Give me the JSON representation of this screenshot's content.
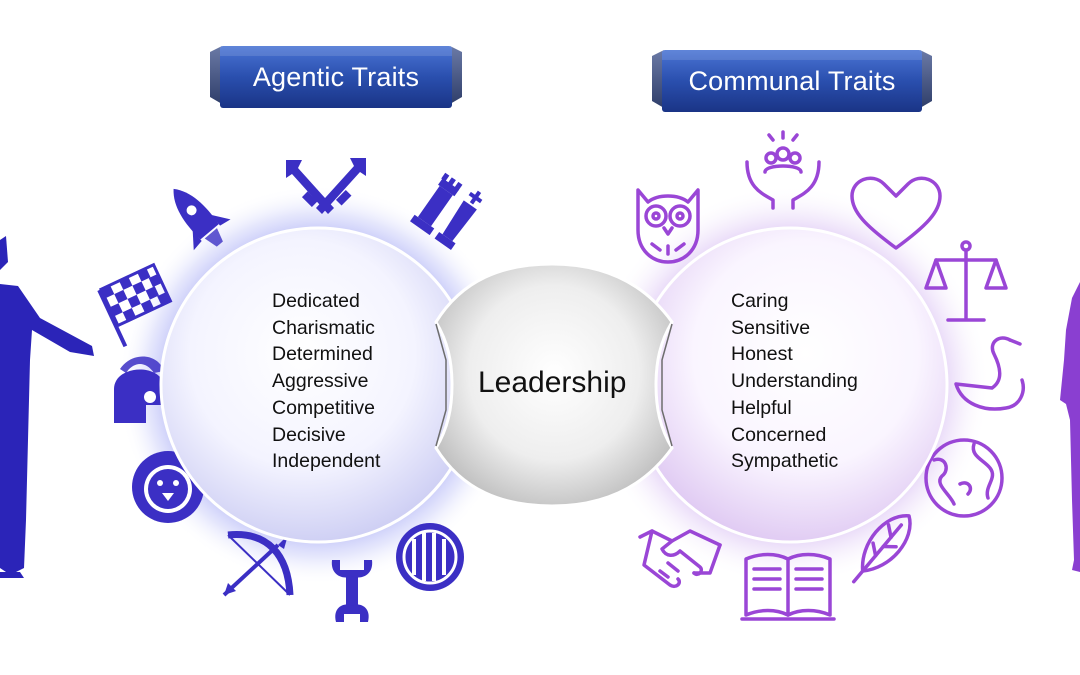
{
  "agentic": {
    "title": "Agentic Traits",
    "traits": [
      "Dedicated",
      "Charismatic",
      "Determined",
      "Aggressive",
      "Competitive",
      "Decisive",
      "Independent"
    ],
    "color": "#3b2fc4"
  },
  "communal": {
    "title": "Communal Traits",
    "traits": [
      "Caring",
      "Sensitive",
      "Honest",
      "Understanding",
      "Helpful",
      "Concerned",
      "Sympathetic"
    ],
    "color": "#8a3fd1"
  },
  "center": {
    "label": "Leadership"
  },
  "colors": {
    "banner": "#2c4ea3",
    "agentic_icon": "#3b2fc4",
    "communal_icon": "#9a46d6"
  },
  "icons": {
    "agentic": [
      "rocket-icon",
      "arrows-icon",
      "chess-icon",
      "checkered-flag-icon",
      "helmet-icon",
      "lion-icon",
      "bow-arrow-icon",
      "wrench-icon",
      "shield-icon"
    ],
    "communal": [
      "owl-icon",
      "care-hands-icon",
      "heart-icon",
      "scales-icon",
      "swan-icon",
      "globe-icon",
      "handshake-icon",
      "book-icon",
      "feather-icon"
    ]
  }
}
